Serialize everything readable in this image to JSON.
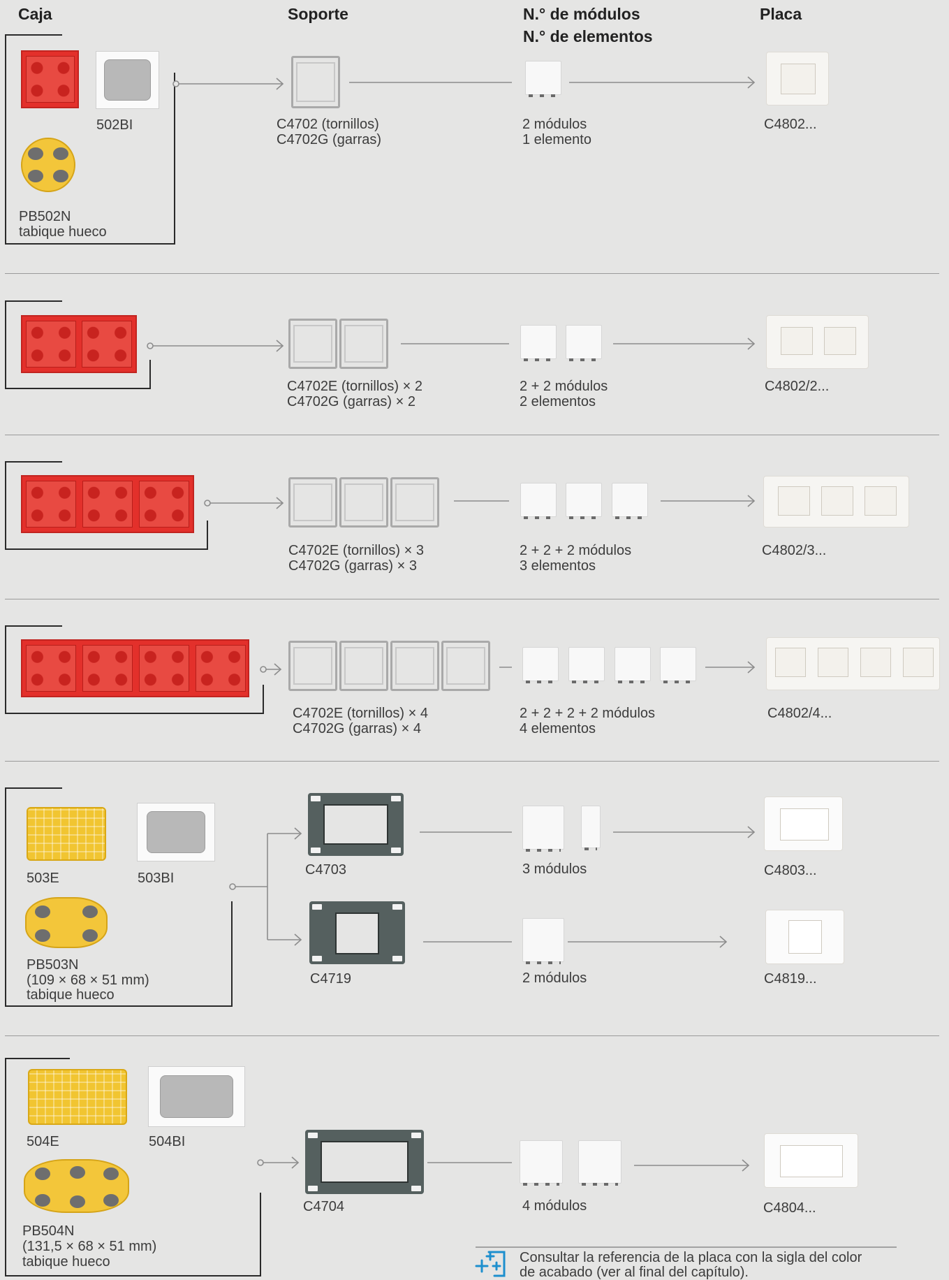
{
  "headers": {
    "caja": "Caja",
    "soporte": "Soporte",
    "modulos_line1": "N.° de módulos",
    "modulos_line2": "N.° de elementos",
    "placa": "Placa"
  },
  "row1": {
    "box_code_a": "502BI",
    "box_code_b": "PB502N",
    "box_note_b": "tabique hueco",
    "support_l1": "C4702 (tornillos)",
    "support_l2": "C4702G (garras)",
    "modules_l1": "2 módulos",
    "modules_l2": "1 elemento",
    "plate": "C4802..."
  },
  "row2": {
    "support_l1": "C4702E (tornillos) × 2",
    "support_l2": "C4702G (garras) × 2",
    "modules_l1": "2 + 2 módulos",
    "modules_l2": "2 elementos",
    "plate": "C4802/2..."
  },
  "row3": {
    "support_l1": "C4702E (tornillos) × 3",
    "support_l2": "C4702G (garras) × 3",
    "modules_l1": "2 + 2 + 2 módulos",
    "modules_l2": "3 elementos",
    "plate": "C4802/3..."
  },
  "row4": {
    "support_l1": "C4702E (tornillos) × 4",
    "support_l2": "C4702G (garras) × 4",
    "modules_l1": "2 + 2 + 2 + 2 módulos",
    "modules_l2": "4 elementos",
    "plate": "C4802/4..."
  },
  "row5": {
    "box_code_a": "503E",
    "box_code_b": "503BI",
    "box_code_c": "PB503N",
    "box_dims_c": "(109 × 68 × 51 mm)",
    "box_note_c": "tabique hueco",
    "support_a": "C4703",
    "modules_a": "3 módulos",
    "plate_a": "C4803...",
    "support_b": "C4719",
    "modules_b": "2 módulos",
    "plate_b": "C4819..."
  },
  "row6": {
    "box_code_a": "504E",
    "box_code_b": "504BI",
    "box_code_c": "PB504N",
    "box_dims_c": "(131,5 × 68 × 51 mm)",
    "box_note_c": "tabique hueco",
    "support": "C4704",
    "modules": "4 módulos",
    "plate": "C4804..."
  },
  "note": {
    "line1": "Consultar la referencia de la placa con la sigla del color",
    "line2": "de acabado (ver al final del capítulo).",
    "icon": "plus-reference-icon",
    "icon_color": "#1d8fce"
  }
}
